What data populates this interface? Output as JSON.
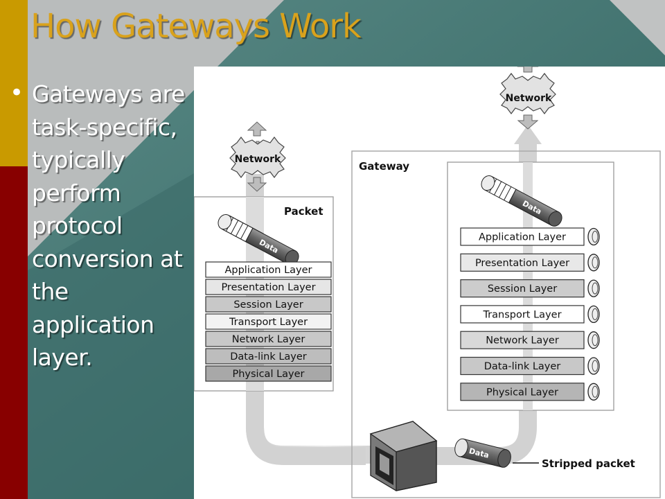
{
  "slide": {
    "title": "How Gateways Work",
    "bullet": "Gateways are task-specific, typically perform protocol conversion at the application layer."
  },
  "diagram": {
    "network_label_left": "Network",
    "network_label_right": "Network",
    "packet_label": "Packet",
    "gateway_label": "Gateway",
    "data_label_left": "Data",
    "data_label_right": "Data",
    "data_label_stripped": "Data",
    "stripped_packet_label": "Stripped packet",
    "packet_layers": [
      "Application Layer",
      "Presentation Layer",
      "Session Layer",
      "Transport Layer",
      "Network Layer",
      "Data-link Layer",
      "Physical Layer"
    ],
    "gateway_layers": [
      "Application Layer",
      "Presentation Layer",
      "Session Layer",
      "Transport Layer",
      "Network Layer",
      "Data-link Layer",
      "Physical Layer"
    ]
  },
  "colors": {
    "title": "#d9a21c",
    "teal": "#3e6f6c",
    "gold_strip": "#c99a00",
    "red_strip": "#880000"
  }
}
